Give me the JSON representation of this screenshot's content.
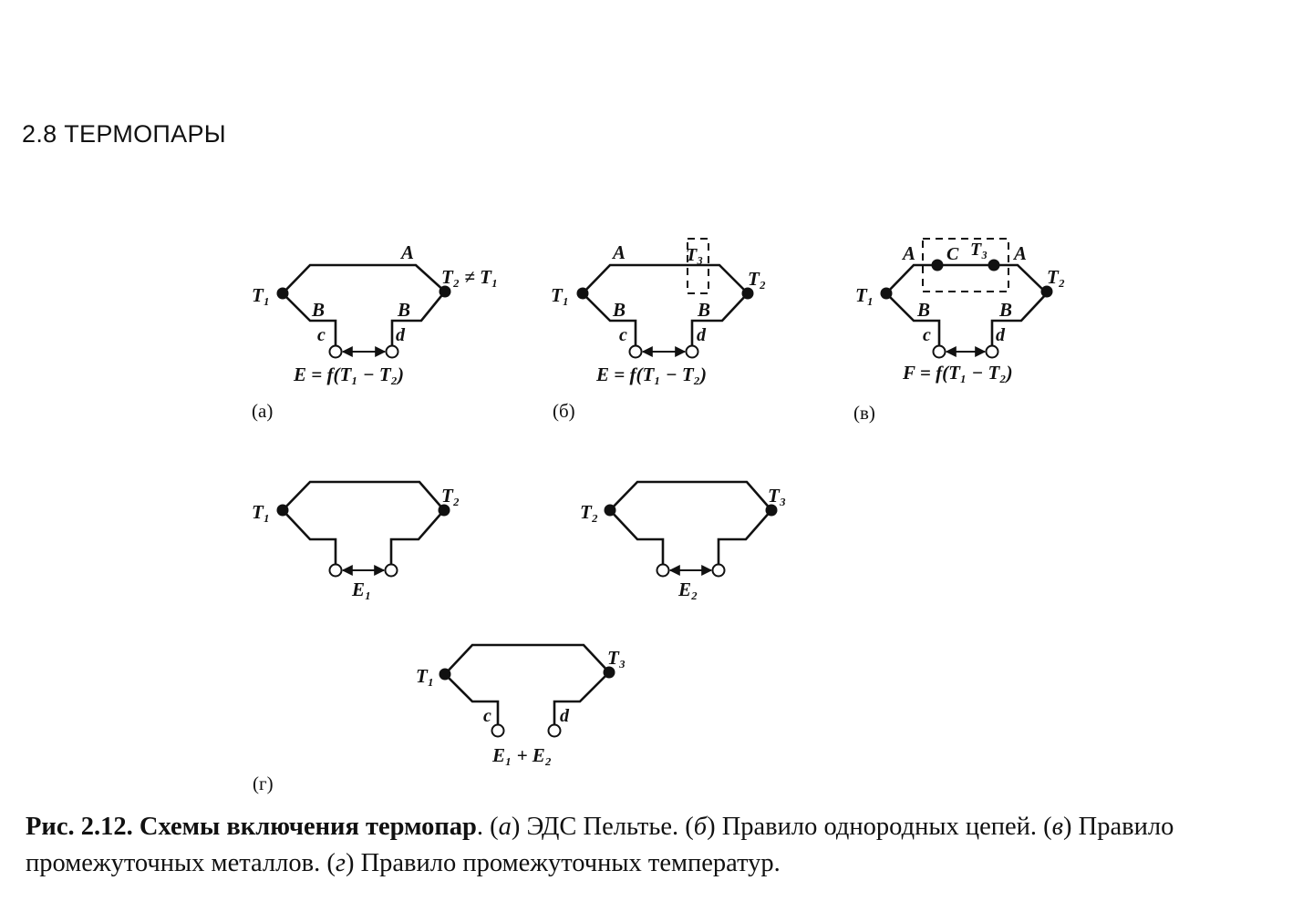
{
  "section_title": "2.8 ТЕРМОПАРЫ",
  "figure": {
    "panel_a": {
      "tag": "(а)",
      "wire_top": "A",
      "wire_left": "B",
      "wire_right": "B",
      "lead_left": "c",
      "lead_right": "d",
      "junction_left": "T₁",
      "junction_right": "T₂ ≠ T₁",
      "formula": "E = f(T₁ − T₂)"
    },
    "panel_b": {
      "tag": "(б)",
      "wire_top": "A",
      "wire_left": "B",
      "wire_right": "B",
      "lead_left": "c",
      "lead_right": "d",
      "junction_left": "T₁",
      "junction_right": "T₂",
      "zone_temp": "T₃",
      "formula": "E = f(T₁ − T₂)"
    },
    "panel_v": {
      "tag": "(в)",
      "wire_top_left": "A",
      "wire_middle": "C",
      "wire_top_right": "A",
      "wire_left": "B",
      "wire_right": "B",
      "lead_left": "c",
      "lead_right": "d",
      "junction_left": "T₁",
      "junction_right": "T₂",
      "zone_temp": "T₃",
      "formula": "F = f(T₁ − T₂)"
    },
    "panel_g1": {
      "junction_left": "T₁",
      "junction_right": "T₂",
      "emf": "E₁"
    },
    "panel_g2": {
      "junction_left": "T₂",
      "junction_right": "T₃",
      "emf": "E₂"
    },
    "panel_g3": {
      "junction_left": "T₁",
      "junction_right": "T₃",
      "lead_left": "c",
      "lead_right": "d",
      "emf": "E₁ + E₂"
    },
    "panel_g_tag": "(г)"
  },
  "caption": {
    "fig_number": "Рис. 2.12.",
    "fig_title": "Схемы включения термопар",
    "text_1": ". (",
    "tag_a": "а",
    "desc_a": ") ЭДС Пельтье. (",
    "tag_b": "б",
    "desc_b": ") Правило однородных цепей. (",
    "tag_v": "в",
    "desc_v": ") Правило промежуточных металлов. (",
    "tag_g": "г",
    "desc_g": ") Правило промежуточных температур."
  }
}
